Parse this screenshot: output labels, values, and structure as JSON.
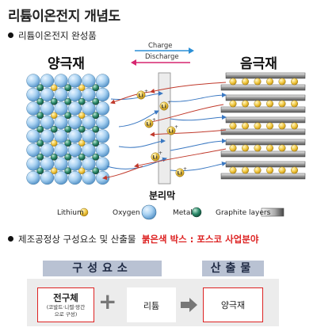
{
  "title": "리튬이온전지 개념도",
  "section1": {
    "bullet": "리튬이온전지 완성품"
  },
  "diagram": {
    "cathode_label": "양극재",
    "anode_label": "음극재",
    "separator_label": "분리막",
    "charge_label": "Charge",
    "discharge_label": "Discharge",
    "ion_label": "Li",
    "ion_sup": "+",
    "colors": {
      "charge_arrow": "#2b8fd6",
      "discharge_arrow": "#d6256f",
      "ion_path": "#3a78c2",
      "ion_path_red": "#c0392b"
    }
  },
  "legend": {
    "lithium": "Lithium",
    "oxygen": "Oxygen",
    "metal": "Metal",
    "graphite": "Graphite layers"
  },
  "section2": {
    "bullet": "제조공정상 구성요소 및 산출물",
    "highlight": "붉은색 박스 : 포스코 사업분야"
  },
  "table": {
    "header_components": "구성요소",
    "header_output": "산출물",
    "precursor_main": "전구체",
    "precursor_sub1": "(코발트·니켈·망간",
    "precursor_sub2": "으로 구성)",
    "plus_symbol": "+",
    "lithium": "리튬",
    "cathode": "양극재"
  }
}
